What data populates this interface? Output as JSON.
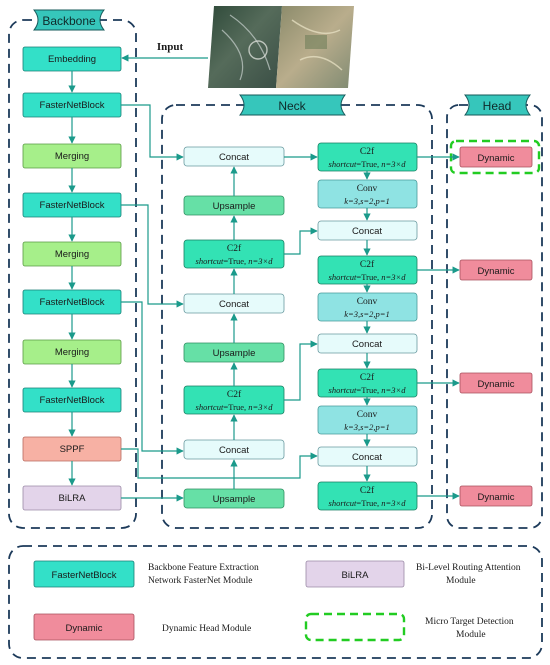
{
  "colors": {
    "backbone_block": "#33e0c8",
    "merging": "#a6ef8a",
    "concat": "#e6fbfb",
    "upsample": "#66e0a6",
    "c2f": "#33e2b4",
    "conv": "#8fe3e3",
    "sppf": "#f7b1a4",
    "bilra": "#e3d4ea",
    "dynamic": "#f08c9c",
    "arrow": "#1b9a8b",
    "dash": "#1c3a5a",
    "micro_dash": "#22cc22",
    "tab": "#36c6bb"
  },
  "sections": {
    "backbone": "Backbone",
    "neck": "Neck",
    "head": "Head"
  },
  "input_label": "Input",
  "backbone": {
    "embedding": "Embedding",
    "fasternet": "FasterNetBlock",
    "merging": "Merging",
    "sppf": "SPPF",
    "bilra": "BiLRA"
  },
  "neck": {
    "concat": "Concat",
    "upsample": "Upsample",
    "c2f": "C2f",
    "c2f_param_a": "shortcut",
    "c2f_param_b": "=True, ",
    "c2f_param_c": "n=3×d",
    "conv": "Conv",
    "conv_param": "k=3,s=2,p=1"
  },
  "head": {
    "dynamic": "Dynamic"
  },
  "legend": {
    "fasternet_box": "FasterNetBlock",
    "fasternet_desc_1": "Backbone Feature Extraction",
    "fasternet_desc_2": "Network FasterNet Module",
    "bilra_box": "BiLRA",
    "bilra_desc_1": "Bi-Level Routing Attention",
    "bilra_desc_2": "Module",
    "dynamic_box": "Dynamic",
    "dynamic_desc": "Dynamic Head Module",
    "micro_desc_1": "Micro Target Detection",
    "micro_desc_2": "Module"
  },
  "input_image_icon": "aerial-satellite-photo"
}
